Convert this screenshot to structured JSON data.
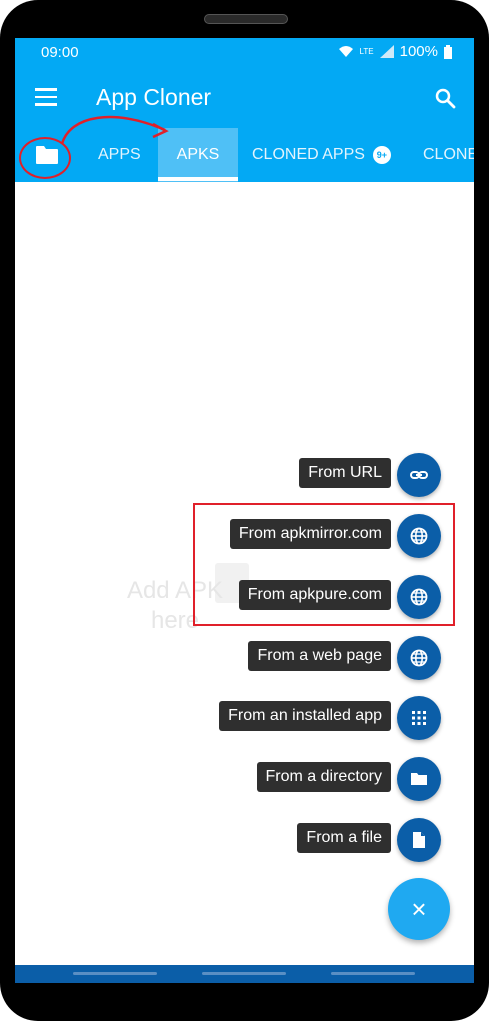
{
  "status_bar": {
    "time": "09:00",
    "network": "LTE",
    "battery": "100%"
  },
  "toolbar": {
    "title": "App Cloner",
    "menu_icon": "menu-icon",
    "search_icon": "search-icon"
  },
  "tabs": [
    {
      "label": "APPS"
    },
    {
      "label": "APKS"
    },
    {
      "label": "CLONED APPS",
      "badge": "9+"
    },
    {
      "label": "CLONE"
    }
  ],
  "empty_state": {
    "line1": "Add APK",
    "line2": "here"
  },
  "fab_menu": {
    "items": [
      {
        "label": "From URL",
        "icon": "link-icon"
      },
      {
        "label": "From apkmirror.com",
        "icon": "globe-icon"
      },
      {
        "label": "From apkpure.com",
        "icon": "globe-icon"
      },
      {
        "label": "From a web page",
        "icon": "globe-icon"
      },
      {
        "label": "From an installed app",
        "icon": "apps-grid-icon"
      },
      {
        "label": "From a directory",
        "icon": "folder-icon"
      },
      {
        "label": "From a file",
        "icon": "file-icon"
      }
    ],
    "close_glyph": "×"
  },
  "colors": {
    "primary": "#03A9F4",
    "fab_dark": "#0b5ea8",
    "annotation": "#e0202a",
    "chip": "#2f2f2f"
  }
}
